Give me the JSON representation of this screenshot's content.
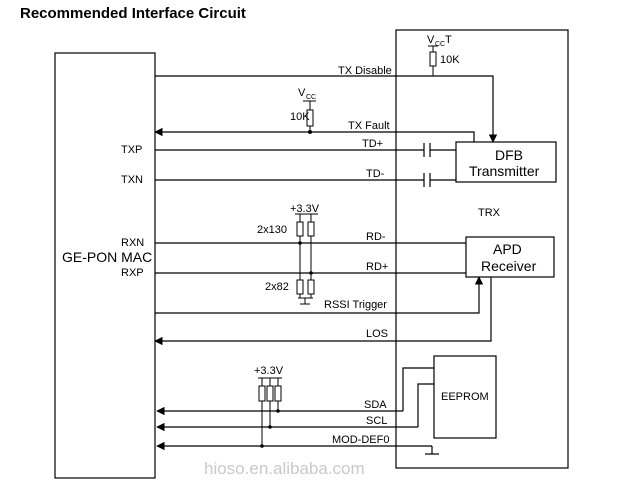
{
  "title": "Recommended Interface Circuit",
  "blocks": {
    "mac": "GE-PON MAC",
    "trx": "TRX",
    "dfb": [
      "DFB",
      "Transmitter"
    ],
    "apd": [
      "APD",
      "Receiver"
    ],
    "eeprom": "EEPROM"
  },
  "mac_pins": {
    "txp": "TXP",
    "txn": "TXN",
    "rxn": "RXN",
    "rxp": "RXP"
  },
  "signals": {
    "tx_disable": "TX Disable",
    "tx_fault": "TX Fault",
    "td_plus": "TD+",
    "td_minus": "TD-",
    "rd_minus": "RD-",
    "rd_plus": "RD+",
    "rssi_trigger": "RSSI Trigger",
    "los": "LOS",
    "sda": "SDA",
    "scl": "SCL",
    "mod_def0": "MOD-DEF0"
  },
  "components": {
    "vcct_main": "V",
    "vcct_sub": "CC",
    "vcct_suffix": "T",
    "r_vcct": "10K",
    "vcc_main": "V",
    "vcc_sub": "CC",
    "r_fault": "10K",
    "v33_rx": "+3.3V",
    "r_rx_pullup": "2x130",
    "r_rx_pulldown": "2x82",
    "v33_i2c": "+3.3V"
  },
  "watermark": "hioso.en.alibaba.com"
}
